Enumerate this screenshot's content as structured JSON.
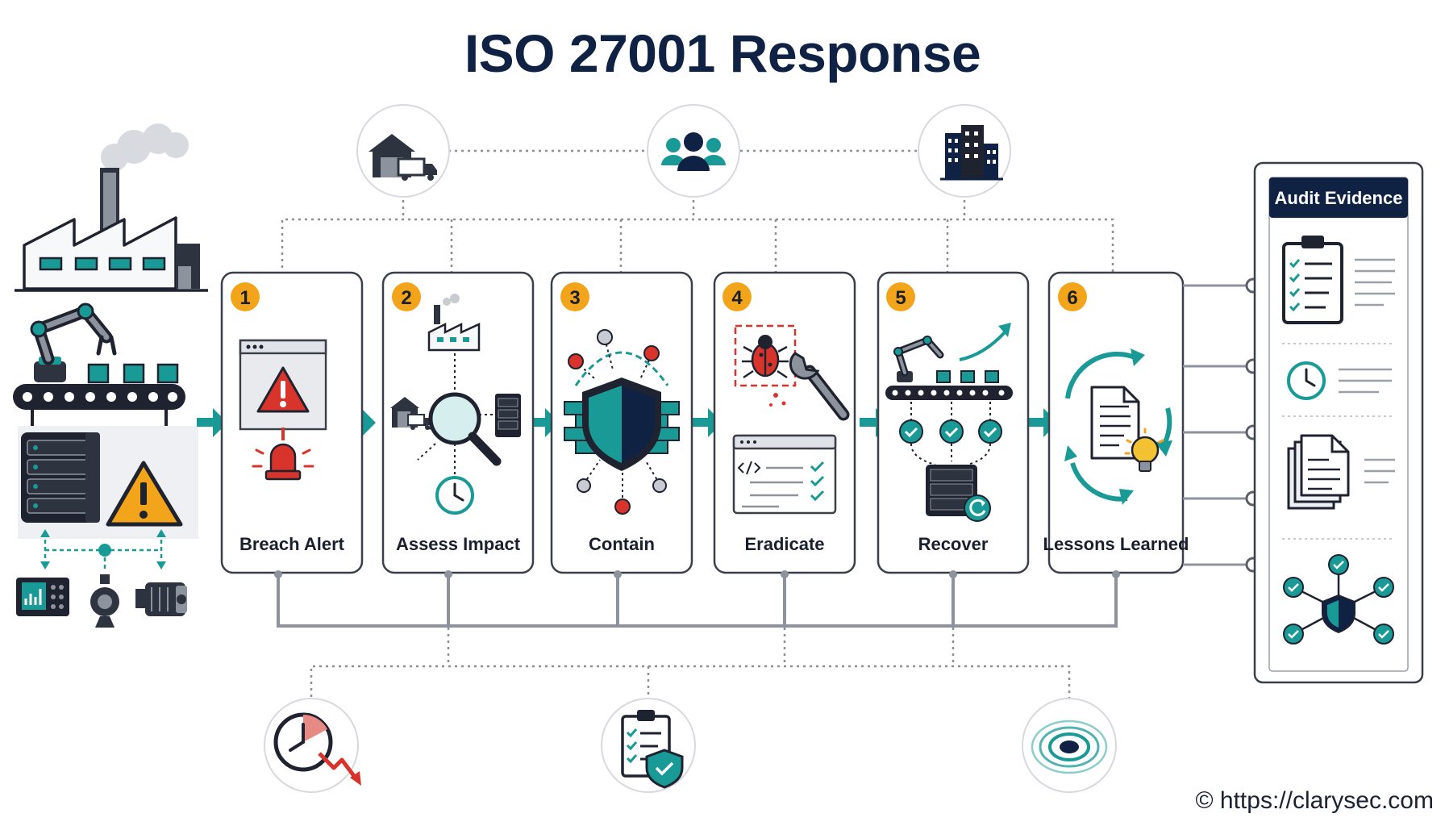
{
  "title": "ISO 27001 Response",
  "steps": [
    {
      "number": "1",
      "label": "Breach Alert",
      "icon": "breach-alert-icon"
    },
    {
      "number": "2",
      "label": "Assess Impact",
      "icon": "assess-impact-icon"
    },
    {
      "number": "3",
      "label": "Contain",
      "icon": "contain-shield-icon"
    },
    {
      "number": "4",
      "label": "Eradicate",
      "icon": "eradicate-bug-icon"
    },
    {
      "number": "5",
      "label": "Recover",
      "icon": "recover-icon"
    },
    {
      "number": "6",
      "label": "Lessons Learned",
      "icon": "lessons-learned-icon"
    }
  ],
  "top_stakeholders": [
    "warehouse-truck-icon",
    "team-icon",
    "office-building-icon"
  ],
  "bottom_metrics": [
    "downtime-clock-icon",
    "compliance-checklist-icon",
    "signal-monitoring-icon"
  ],
  "audit_evidence": {
    "title": "Audit Evidence",
    "items": [
      "checklist-clipboard-icon",
      "timestamp-clock-icon",
      "documents-icon",
      "network-shield-icon"
    ]
  },
  "copyright": "© https://clarysec.com",
  "colors": {
    "navy": "#0f2244",
    "teal": "#1a9a96",
    "orange": "#f2a51a",
    "red": "#d9342b",
    "gray": "#7b8088"
  }
}
